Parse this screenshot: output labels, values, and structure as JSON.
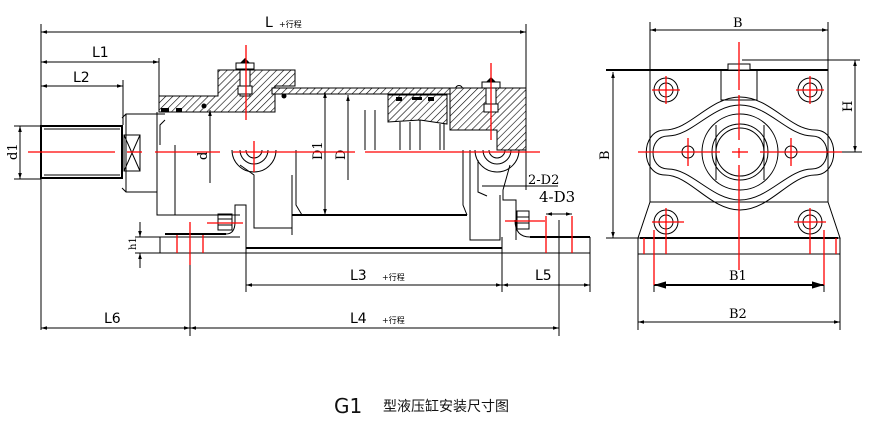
{
  "drawing": {
    "caption": {
      "code": "G1",
      "title": "型液压缸安装尺寸图"
    },
    "side_view": {
      "dimensions": {
        "L": "L",
        "L_suffix": "+行程",
        "L1": "L1",
        "L2": "L2",
        "L3": "L3",
        "L3_suffix": "+行程",
        "L4": "L4",
        "L4_suffix": "+行程",
        "L5": "L5",
        "L6": "L6",
        "d1": "d1",
        "d": "d",
        "D1": "D1",
        "D": "D",
        "h1": "h1",
        "D2": "2-D2",
        "D3": "4-D3"
      }
    },
    "end_view": {
      "dimensions": {
        "B_top": "B",
        "B_side": "B",
        "H": "H",
        "B1": "B1",
        "B2": "B2"
      }
    },
    "colors": {
      "outline": "#000000",
      "centerline": "#ff0000",
      "background": "#ffffff"
    }
  }
}
